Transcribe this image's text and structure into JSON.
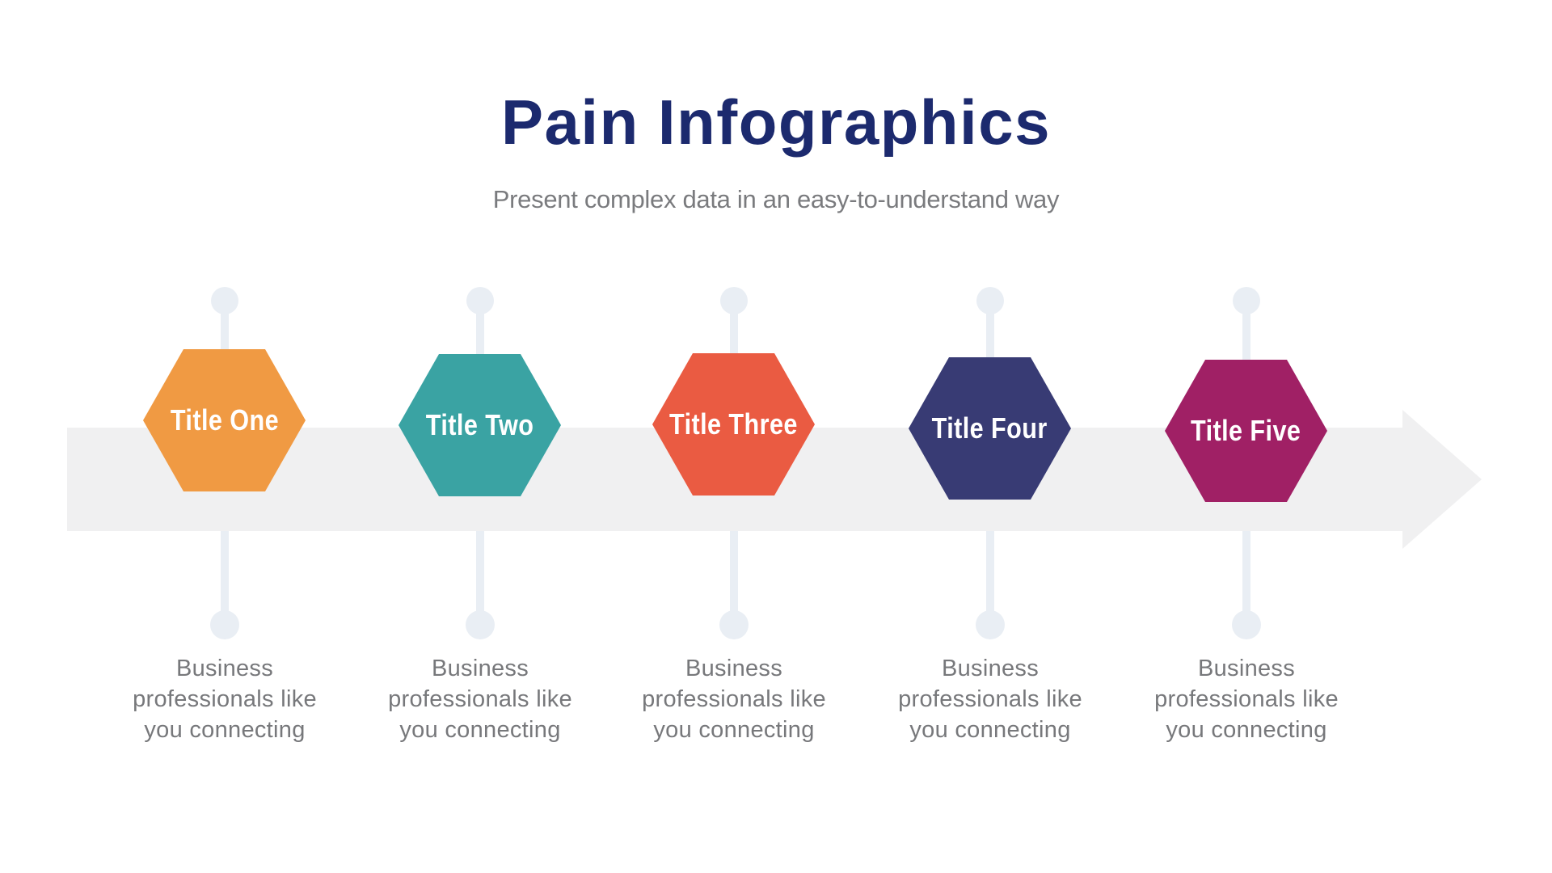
{
  "slide": {
    "background_color": "#FFFFFF",
    "header": {
      "title": "Pain Infographics",
      "title_color": "#1C2A6E",
      "subtitle": "Present complex data in an easy-to-understand way",
      "subtitle_color": "#7A7B7E"
    },
    "timeline": {
      "band_color": "#F0F0F1",
      "connector_color": "#E9EEF4",
      "label_color": "#FFFFFF",
      "description_color": "#77787B",
      "items": [
        {
          "label": "Title One",
          "color": "#F09A43",
          "description": "Business professionals like you connecting"
        },
        {
          "label": "Title Two",
          "color": "#3AA3A3",
          "description": "Business professionals like you connecting"
        },
        {
          "label": "Title Three",
          "color": "#EA5B42",
          "description": "Business professionals like you connecting"
        },
        {
          "label": "Title Four",
          "color": "#383B74",
          "description": "Business professionals like you connecting"
        },
        {
          "label": "Title Five",
          "color": "#A02065",
          "description": "Business professionals like you connecting"
        }
      ]
    }
  }
}
